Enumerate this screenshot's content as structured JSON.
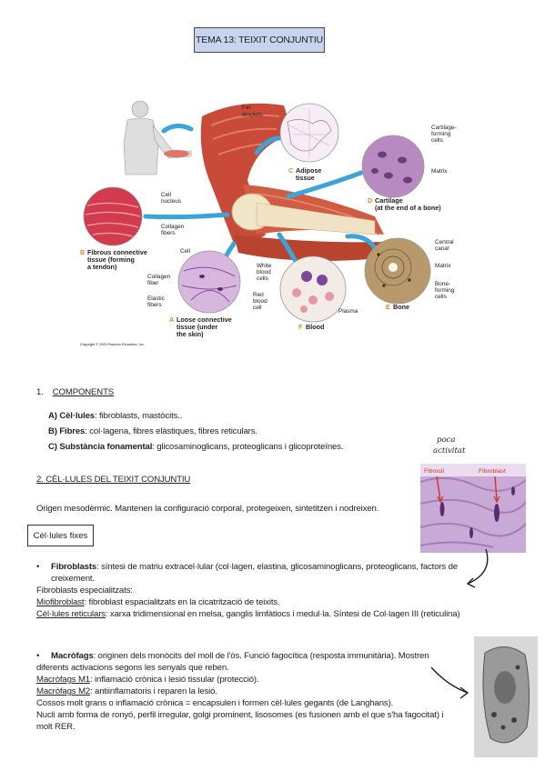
{
  "header": {
    "title": "TEMA 13: TEIXIT CONJUNTIU"
  },
  "figure": {
    "labels": {
      "fat_droplets": [
        "Fat",
        "droplets"
      ],
      "adipose_letter": "C",
      "adipose": [
        "Adipose",
        "tissue"
      ],
      "cartilage_cells": [
        "Cartilage-",
        "forming",
        "cells"
      ],
      "matrix1": "Matrix",
      "cartilage_letter": "D",
      "cartilage": [
        "Cartilage",
        "(at the end of a bone)"
      ],
      "cell_nucleus": [
        "Cell",
        "nucleus"
      ],
      "collagen_fibers": [
        "Collagen",
        "fibers"
      ],
      "fibrous_letter": "B",
      "fibrous": [
        "Fibrous connective",
        "tissue (forming",
        "a tendon)"
      ],
      "cell": "Cell",
      "collagen_fiber": [
        "Collagen",
        "fiber"
      ],
      "elastic_fibers": [
        "Elastic",
        "fibers"
      ],
      "loose_letter": "A",
      "loose": [
        "Loose connective",
        "tissue (under",
        "the skin)"
      ],
      "white_blood": [
        "White",
        "blood",
        "cells"
      ],
      "red_blood": [
        "Red",
        "blood",
        "cell"
      ],
      "plasma": "Plasma",
      "blood_letter": "F",
      "blood": "Blood",
      "central_canal": [
        "Central",
        "canal"
      ],
      "matrix2": "Matrix",
      "bone_forming": [
        "Bone-",
        "forming",
        "cells"
      ],
      "bone_letter": "E",
      "bone": "Bone",
      "copyright": "Copyright © 2009 Pearson Education, Inc."
    }
  },
  "components": {
    "heading_num": "1.",
    "heading": "COMPONENTS",
    "items": [
      {
        "label": "A) Cèl·lules",
        "text": ": fibroblasts, mastòcits.."
      },
      {
        "label": "B) Fibres",
        "text": ": col·lagena, fibres elàstiques, fibres reticulars."
      },
      {
        "label": "C) Substància fonamental",
        "text": ": glicosaminoglicans, proteoglicans i glicoproteïnes."
      }
    ]
  },
  "section2": {
    "heading": "2. CÈL·LULES DEL TEIXIT CONJUNTIU",
    "origen": "Origen mesodèrmic. Mantenen la configuració corporal, protegeixen, sintetitzen i nodreixen.",
    "fixes": "Cèl·lules fixes"
  },
  "fibroblasts": {
    "bullet": "•",
    "title": "Fibroblasts",
    "line1": ": síntesi de matriu extracel·lular (col·lagen, elastina, glicosaminoglicans, proteoglicans, factors de",
    "line2": "creixement.",
    "esp": "Fibroblasts especialitzats:",
    "mio_label": "Miofibroblast",
    "mio_text": ": fibroblast espacialitzats en la cicatrització de teixits.",
    "ret_label": "Cèl·lules reticulars",
    "ret_text": ": xarxa tridimensional en melsa, ganglis limfàtiocs i medul·la. Síntesi de Col·lagen III (reticulina)"
  },
  "macrofags": {
    "bullet": "•",
    "title": "Macròfags",
    "line1": ": originen dels monòcits del moll de l'òs. Funció fagocítica (resposta immunitària). Mostren",
    "line2": "diferents activacions segons les senyals que reben.",
    "m1_label": "Macròfags M1",
    "m1_text": ": inflamació crònica i lesió tissular (protecció).",
    "m2_label": "Macròfags M2",
    "m2_text": ": antiinflamatoris i reparen la lesió.",
    "line3": "Cossos molt grans o inflamació crònica = encapsulen i formen cèl·lules gegants (de Langhans).",
    "line4": "Nucli amb forma de ronyó, perfil irregular, golgi prominent, lisosomes (es fusionen amb el que s'ha fagocitat) i",
    "line5": "molt RER."
  },
  "annotations": {
    "poca": "poca",
    "activitat": "activitat",
    "fibrocit": "Fibrocit",
    "fibroblast": "Fibroblast"
  },
  "colors": {
    "title_bg": "#c6d4ef",
    "label_accent": "#e08a1e",
    "arrow_blue": "#3aa5d8",
    "annotation_red": "#d0342c"
  }
}
